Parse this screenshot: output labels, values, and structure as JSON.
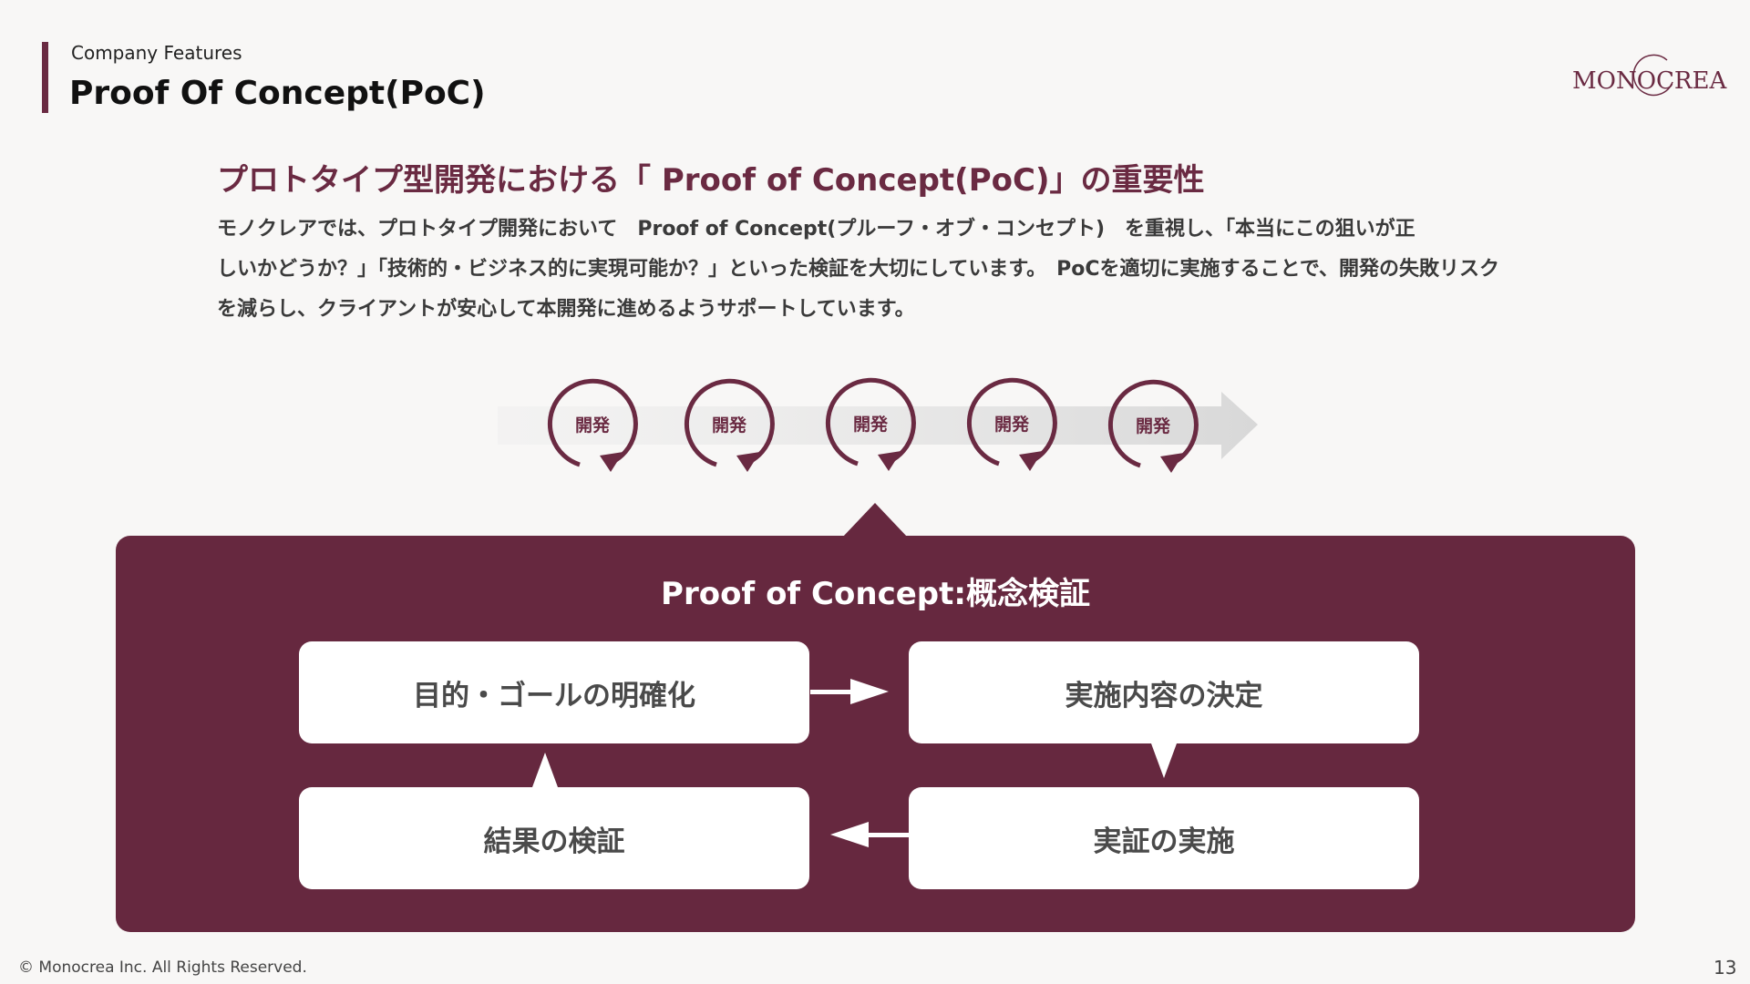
{
  "header": {
    "subtitle": "Company Features",
    "title": "Proof Of Concept(PoC)"
  },
  "logo": {
    "text": "MONOCREA"
  },
  "headline": "プロトタイプ型開発における「 Proof of Concept(PoC)」の重要性",
  "body": {
    "line1": "モノクレアでは、プロトタイプ開発において　Proof of Concept(プルーフ・オブ・コンセプト)　を重視し、「本当にこの狙いが正",
    "line2": "しいかどうか？」「技術的・ビジネス的に実現可能か？」といった検証を大切にしています。　PoCを適切に実施することで、開発の失敗リスク",
    "line3": "を減らし、クライアントが安心して本開発に進めるようサポートしています。"
  },
  "timeline": {
    "items": [
      "開発",
      "開発",
      "開発",
      "開発",
      "開発"
    ]
  },
  "poc": {
    "title": "Proof of Concept:概念検証",
    "steps": {
      "clarify": "目的・ゴールの明確化",
      "content": "実施内容の決定",
      "verify": "結果の検証",
      "execute": "実証の実施"
    }
  },
  "footer": {
    "copyright": "© Monocrea Inc. All Rights Reserved.",
    "page": "13"
  },
  "colors": {
    "accent": "#6a2a42",
    "panel": "#66283f",
    "background": "#f8f7f6"
  }
}
